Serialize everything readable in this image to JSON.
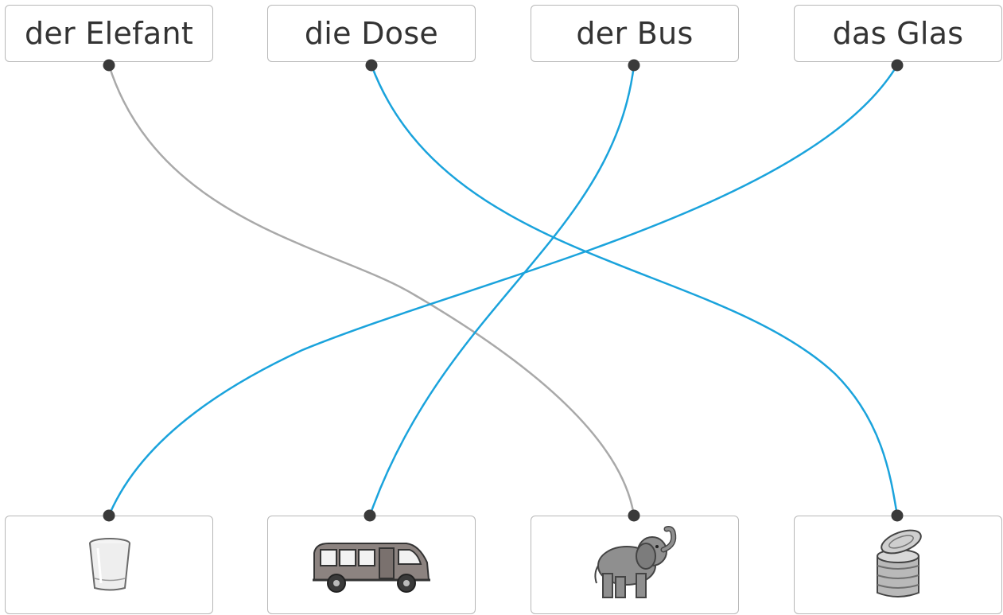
{
  "words": [
    {
      "label": "der Elefant"
    },
    {
      "label": "die Dose"
    },
    {
      "label": "der Bus"
    },
    {
      "label": "das Glas"
    }
  ],
  "images": [
    {
      "icon": "glass-icon"
    },
    {
      "icon": "bus-icon"
    },
    {
      "icon": "elephant-icon"
    },
    {
      "icon": "can-icon"
    }
  ],
  "connections": [
    {
      "word": "der Elefant",
      "image": "elephant-icon",
      "state": "neutral"
    },
    {
      "word": "die Dose",
      "image": "can-icon",
      "state": "correct"
    },
    {
      "word": "der Bus",
      "image": "bus-icon",
      "state": "correct"
    },
    {
      "word": "das Glas",
      "image": "glass-icon",
      "state": "correct"
    }
  ],
  "colors": {
    "correct": "#1aa3dc",
    "neutral": "#a9a9a9",
    "dot": "#3a3a3a",
    "border": "#b7b7b7",
    "text": "#333333"
  }
}
